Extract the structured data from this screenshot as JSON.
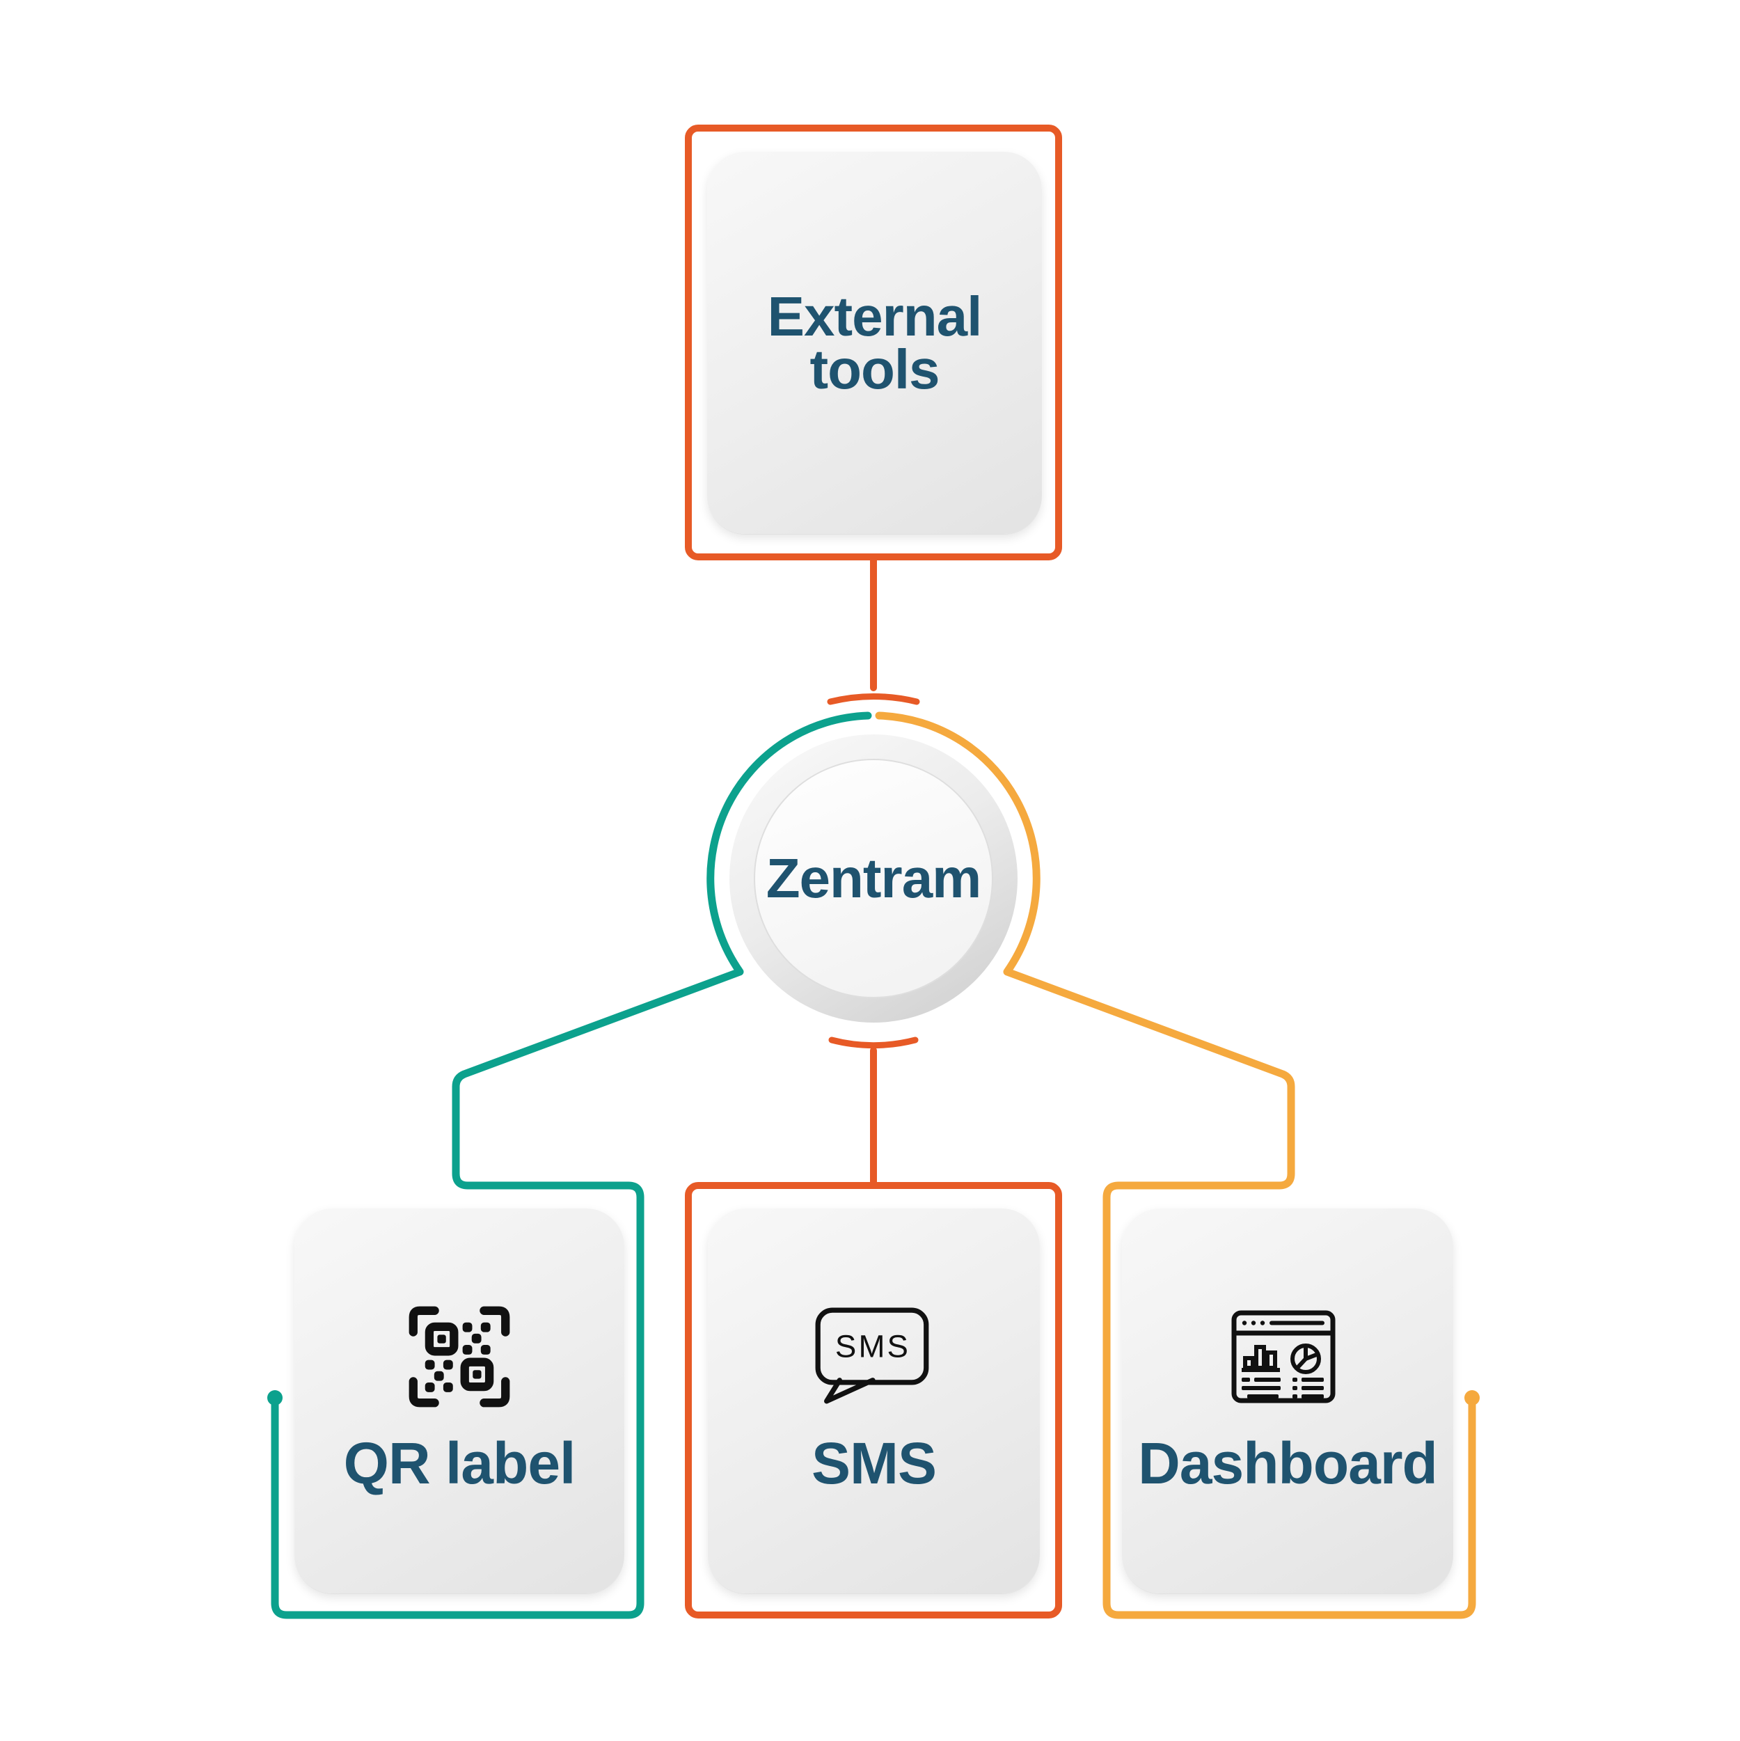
{
  "theme": {
    "colors": {
      "orange": "#E75A26",
      "teal": "#0CA18D",
      "yellow": "#F5A93E",
      "ink": "#1F536F",
      "icon": "#111111"
    }
  },
  "nodes": {
    "external": {
      "label": "External tools"
    },
    "zentram": {
      "label": "Zentram"
    },
    "qr": {
      "label": "QR label",
      "icon": "qr-code-icon"
    },
    "sms": {
      "label": "SMS",
      "icon": "sms-speech-bubble-icon",
      "bubble_text": "SMS"
    },
    "dashboard": {
      "label": "Dashboard",
      "icon": "dashboard-window-icon"
    }
  },
  "edges": [
    {
      "from": "external",
      "to": "zentram",
      "color": "orange"
    },
    {
      "from": "zentram",
      "to": "qr",
      "color": "teal"
    },
    {
      "from": "zentram",
      "to": "sms",
      "color": "orange"
    },
    {
      "from": "zentram",
      "to": "dashboard",
      "color": "yellow"
    }
  ]
}
